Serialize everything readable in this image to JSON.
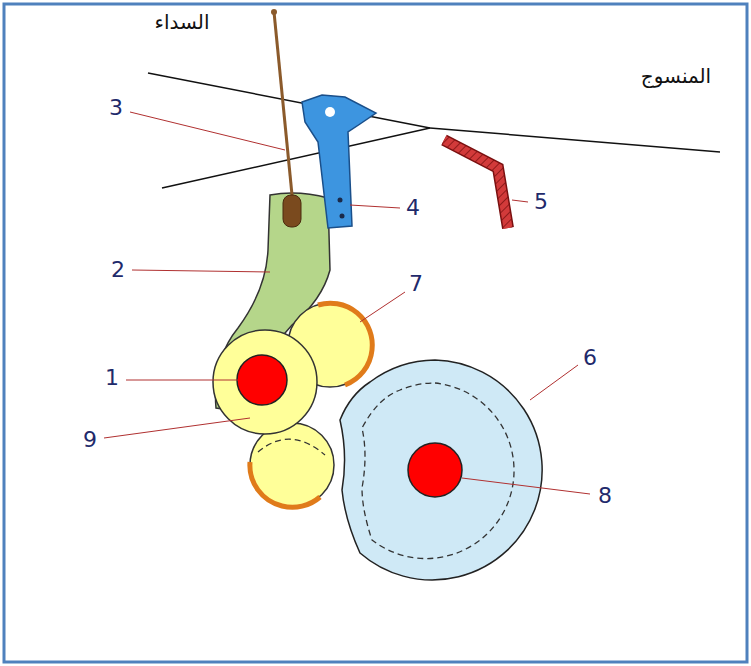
{
  "diagram": {
    "labels": [
      "السداء",
      "المنسوج",
      "3",
      "4",
      "2",
      "7",
      "1",
      "6",
      "9",
      "8",
      "5"
    ]
  }
}
